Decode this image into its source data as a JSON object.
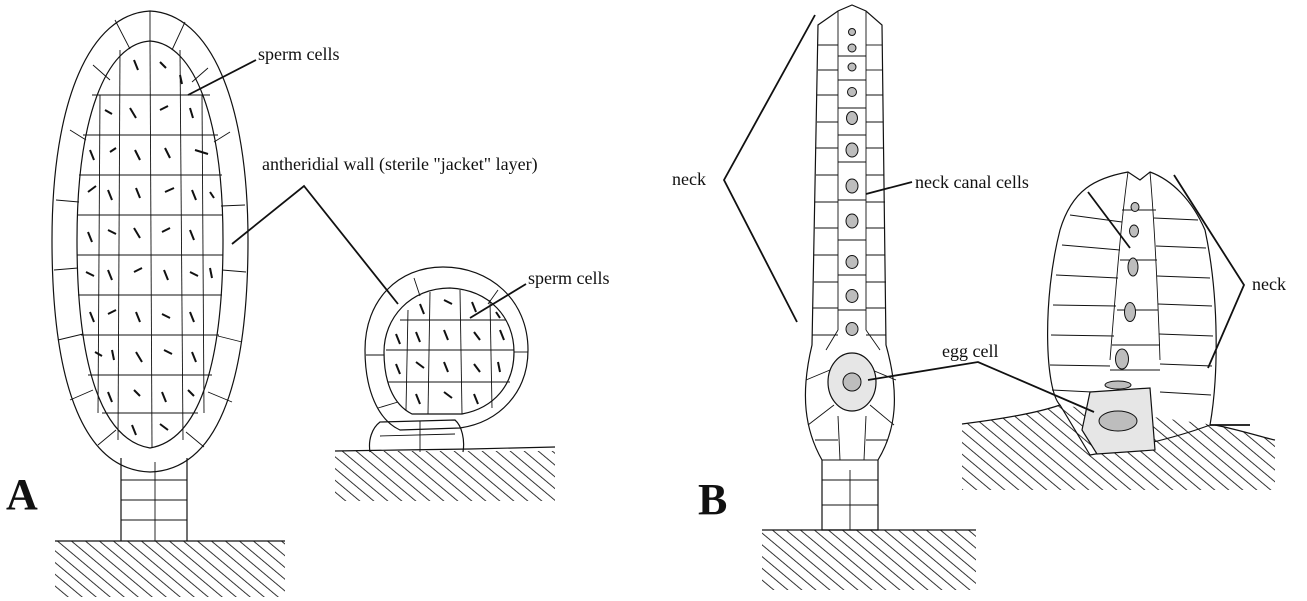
{
  "panels": {
    "a": "A",
    "b": "B"
  },
  "labels": {
    "sperm_cells_tall": "sperm cells",
    "sperm_cells_small": "sperm cells",
    "antheridial_wall": "antheridial wall  (sterile \"jacket\" layer)",
    "neck_left": "neck",
    "neck_canal_cells": "neck canal cells",
    "neck_right": "neck",
    "egg_cell": "egg cell"
  },
  "colors": {
    "ink": "#111111",
    "sperm_region_fill": "#e6e6e6",
    "egg_fill": "#e6e6e6",
    "nucleus_fill": "#bdbdbd",
    "background": "#ffffff"
  }
}
